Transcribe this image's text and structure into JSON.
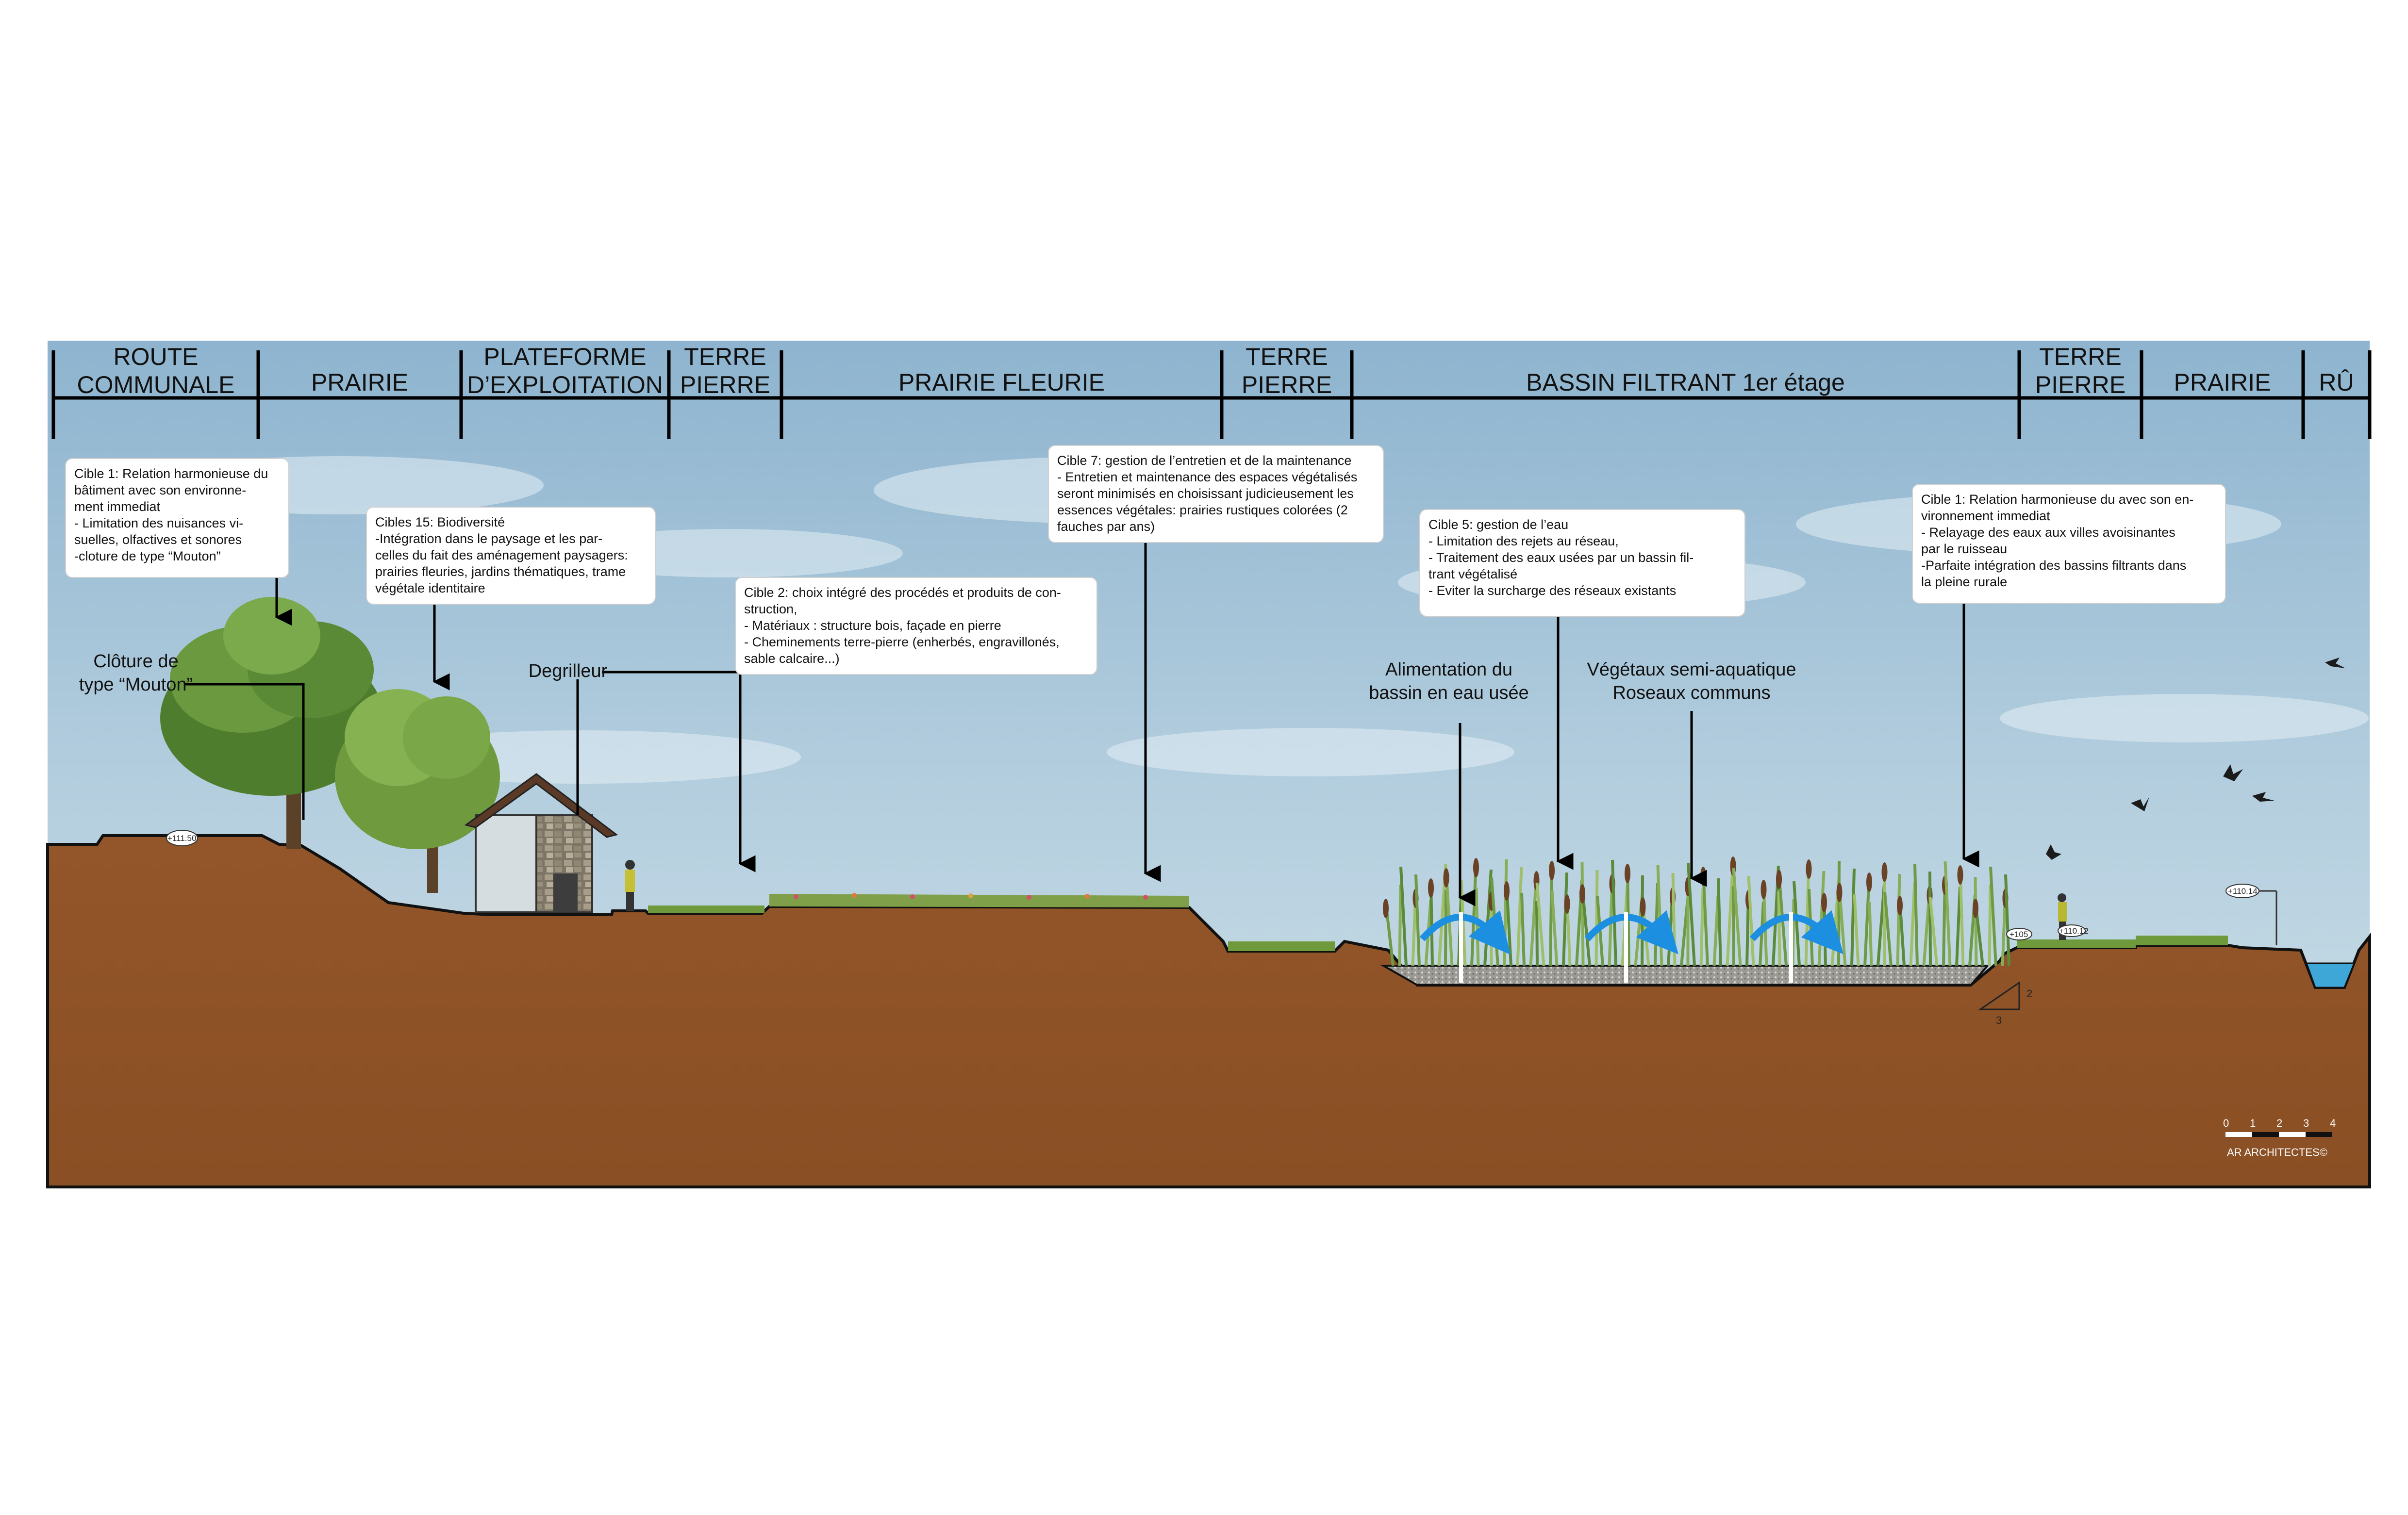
{
  "zones": [
    {
      "id": "route",
      "lines": [
        "ROUTE",
        "COMMUNALE"
      ]
    },
    {
      "id": "prairie-1",
      "lines": [
        "PRAIRIE"
      ]
    },
    {
      "id": "plateforme",
      "lines": [
        "PLATEFORME",
        "D’EXPLOITATION"
      ]
    },
    {
      "id": "terre-pierre-1",
      "lines": [
        "TERRE",
        "PIERRE"
      ]
    },
    {
      "id": "prairie-fleurie",
      "lines": [
        "PRAIRIE FLEURIE"
      ]
    },
    {
      "id": "terre-pierre-2",
      "lines": [
        "TERRE",
        "PIERRE"
      ]
    },
    {
      "id": "bassin",
      "lines": [
        "BASSIN FILTRANT 1er étage"
      ]
    },
    {
      "id": "terre-pierre-3",
      "lines": [
        "TERRE",
        "PIERRE"
      ]
    },
    {
      "id": "prairie-2",
      "lines": [
        "PRAIRIE"
      ]
    },
    {
      "id": "ru",
      "lines": [
        "RÛ"
      ]
    }
  ],
  "notes": [
    {
      "id": "cible1-left",
      "lines": [
        "Cible 1: Relation harmonieuse du",
        "bâtiment avec son environne-",
        "ment immediat",
        "- Limitation des nuisances vi-",
        "suelles, olfactives et sonores",
        "-cloture de type “Mouton”"
      ]
    },
    {
      "id": "cibles15",
      "lines": [
        "Cibles 15: Biodiversité",
        "-Intégration dans le paysage et les par-",
        "celles du fait des aménagement paysagers:",
        "prairies fleuries, jardins thématiques, trame",
        "végétale identitaire"
      ]
    },
    {
      "id": "cible2",
      "lines": [
        "Cible 2: choix intégré des procédés et produits de con-",
        "struction,",
        "- Matériaux : structure bois, façade en pierre",
        "- Cheminements terre-pierre  (enherbés, engravillonés,",
        "sable calcaire...)"
      ]
    },
    {
      "id": "cible7",
      "lines": [
        "Cible 7: gestion de l’entretien et de la maintenance",
        "- Entretien et maintenance des espaces végétalisés",
        "seront minimisés en choisissant judicieusement les",
        "essences végétales: prairies rustiques colorées (2",
        "fauches par ans)"
      ]
    },
    {
      "id": "cible5",
      "lines": [
        "Cible 5: gestion de l’eau",
        "- Limitation des rejets au réseau,",
        "- Traitement des eaux usées par un bassin fil-",
        "trant végétalisé",
        "- Eviter la surcharge des réseaux existants"
      ]
    },
    {
      "id": "cible1-right",
      "lines": [
        "Cible 1: Relation harmonieuse du avec son en-",
        "vironnement immediat",
        "- Relayage des eaux aux villes avoisinantes",
        "par le ruisseau",
        "-Parfaite intégration des bassins filtrants dans",
        "la pleine rurale"
      ]
    }
  ],
  "labels": [
    {
      "id": "cloture",
      "lines": [
        "Clôture de",
        "type “Mouton”"
      ]
    },
    {
      "id": "degrilleur",
      "lines": [
        "Degrilleur"
      ]
    },
    {
      "id": "alimentation",
      "lines": [
        "Alimentation du",
        "bassin en eau usée"
      ]
    },
    {
      "id": "vegetaux",
      "lines": [
        "Végétaux semi-aquatique",
        "Roseaux communs"
      ]
    }
  ],
  "levels": [
    "+111.50",
    "+110.14",
    "+105",
    "+110.12"
  ],
  "slope": {
    "rise": "2",
    "run": "3"
  },
  "scale_bar": {
    "ticks": [
      "0",
      "1",
      "2",
      "3",
      "4"
    ]
  },
  "credit": "AR ARCHITECTES©",
  "colors": {
    "sky_top": "#8fb5cf",
    "sky_bottom": "#c6dbe6",
    "ground": "#8f5327",
    "grass": "#6e9a3b",
    "water": "#3fa6d8",
    "arrow_blue": "#1d8fe0"
  }
}
